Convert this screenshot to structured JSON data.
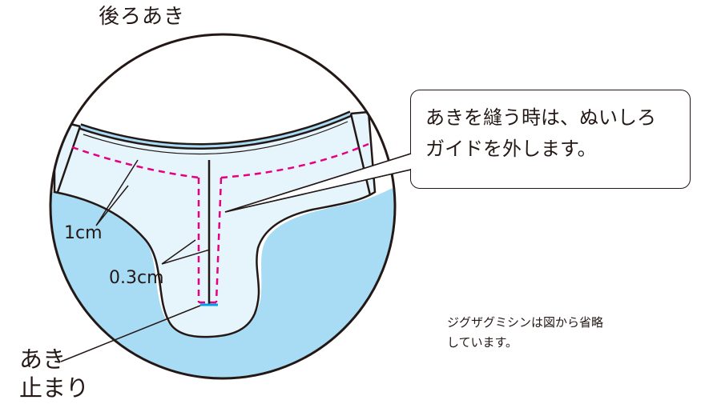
{
  "title": "後ろあき",
  "callout": {
    "line1": "あきを縫う時は、ぬいしろ",
    "line2": "ガイドを外します。"
  },
  "labels": {
    "one_cm": "1cm",
    "point3_cm": "0.3cm",
    "aki_stop_line1": "あき",
    "aki_stop_line2": "止まり"
  },
  "note": {
    "line1": "ジグザグミシンは図から省略",
    "line2": "しています。"
  },
  "colors": {
    "outer_fabric": "#a8dcf5",
    "inner_fabric": "#e6f4fc",
    "stitch": "#e4007f",
    "stop_mark": "#00a0e9",
    "outline": "#231815"
  }
}
